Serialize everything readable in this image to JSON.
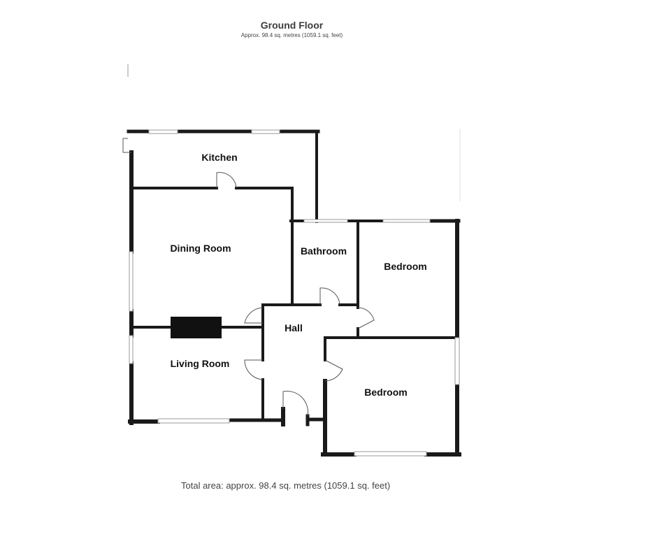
{
  "header": {
    "title": "Ground Floor",
    "subtitle": "Approx. 98.4 sq. metres (1059.1 sq. feet)"
  },
  "rooms": {
    "kitchen": "Kitchen",
    "dining_room": "Dining Room",
    "bathroom": "Bathroom",
    "bedroom_1": "Bedroom",
    "hall": "Hall",
    "living_room": "Living Room",
    "bedroom_2": "Bedroom"
  },
  "footer": {
    "total_area": "Total area: approx. 98.4 sq. metres (1059.1 sq. feet)"
  },
  "colors": {
    "wall": "#1a1a1a",
    "window": "#9a9a9a",
    "text": "#111111"
  }
}
